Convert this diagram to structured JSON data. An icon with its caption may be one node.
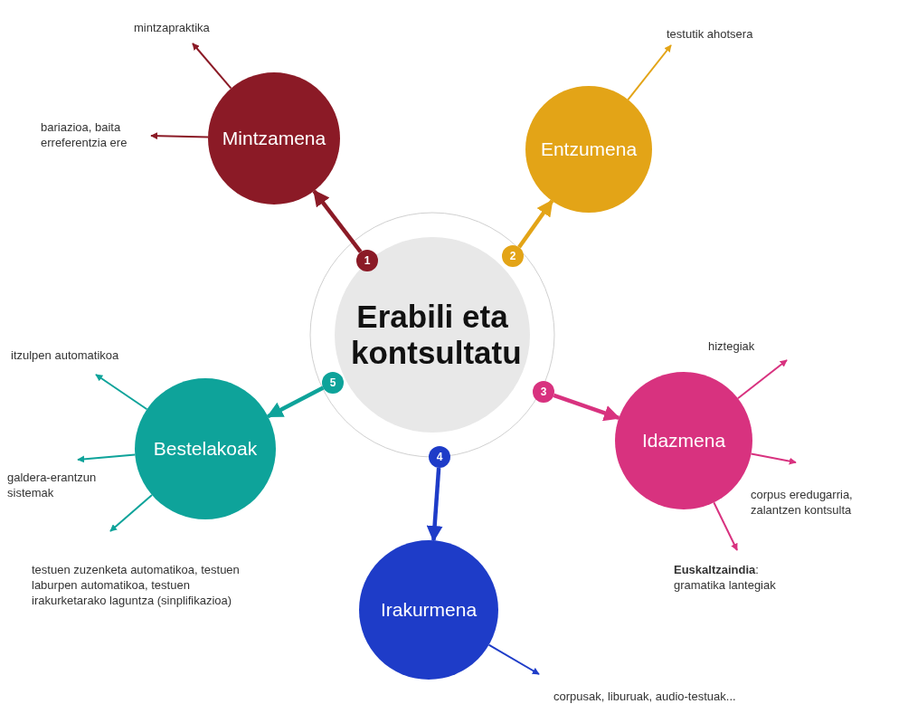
{
  "diagram": {
    "nodes": [
      {
        "text": [
          "Erabili eta kontsultatu"
        ]
      },
      {
        "text": [
          "Mintzamena"
        ]
      },
      {
        "text": [
          "Entzumena"
        ]
      },
      {
        "text": [
          "Idazmena"
        ]
      },
      {
        "text": [
          "Irakurmena"
        ]
      },
      {
        "text": [
          "Bestelakoak"
        ]
      },
      {
        "text": [
          "1"
        ],
        "in": 0
      },
      {
        "text": [
          "2"
        ],
        "in": 0
      },
      {
        "text": [
          "3"
        ]
      },
      {
        "text": [
          "4"
        ]
      },
      {
        "text": [
          "5"
        ]
      },
      {
        "text": [
          "mintzapraktika"
        ]
      },
      {
        "text": [
          "bariazioa, baita erreferentzia ere"
        ]
      },
      {
        "text": [
          "testutik ahotsera"
        ]
      },
      {
        "text": [
          "hiztegiak"
        ]
      },
      {
        "text": [
          "corpus eredugarria, zalantzen kontsulta"
        ]
      },
      {
        "text": [
          "**Euskaltzaindia**:",
          "gramatika lantegiak"
        ]
      },
      {
        "text": [
          "itzulpen automatikoa"
        ]
      },
      {
        "text": [
          "galdera-erantzun sistemak"
        ]
      },
      {
        "text": [
          "testuen zuzenketa automatikoa, testuen laburpen automatikoa, testuen irakurketarako laguntza (sinplifikazioa)"
        ]
      },
      {
        "text": [
          "corpusak, liburuak, audio-testuak..."
        ]
      }
    ],
    "edges": [
      {
        "from": 6,
        "to": 1,
        "arrow": "to",
        "style": "thick",
        "color": "#8b1a26"
      },
      {
        "from": 7,
        "to": 2,
        "arrow": "to",
        "style": "thick",
        "color": "#e3a417"
      },
      {
        "from": 8,
        "to": 3,
        "arrow": "to",
        "style": "thick",
        "color": "#d8327f"
      },
      {
        "from": 9,
        "to": 4,
        "arrow": "to",
        "style": "thick",
        "color": "#1e3cc8"
      },
      {
        "from": 10,
        "to": 5,
        "arrow": "to",
        "style": "thick",
        "color": "#0ea39a"
      },
      {
        "from": 1,
        "to": 11,
        "arrow": "to",
        "color": "#8b1a26"
      },
      {
        "from": 1,
        "to": 12,
        "arrow": "to",
        "color": "#8b1a26"
      },
      {
        "from": 2,
        "to": 13,
        "arrow": "to",
        "color": "#e3a417"
      },
      {
        "from": 3,
        "to": 14,
        "arrow": "to",
        "color": "#d8327f"
      },
      {
        "from": 3,
        "to": 15,
        "arrow": "to",
        "color": "#d8327f"
      },
      {
        "from": 3,
        "to": 16,
        "arrow": "to",
        "color": "#d8327f"
      },
      {
        "from": 5,
        "to": 17,
        "arrow": "to",
        "color": "#0ea39a"
      },
      {
        "from": 5,
        "to": 18,
        "arrow": "to",
        "color": "#0ea39a"
      },
      {
        "from": 5,
        "to": 19,
        "arrow": "to",
        "color": "#0ea39a"
      },
      {
        "from": 4,
        "to": 20,
        "arrow": "to",
        "color": "#1e3cc8"
      }
    ]
  }
}
